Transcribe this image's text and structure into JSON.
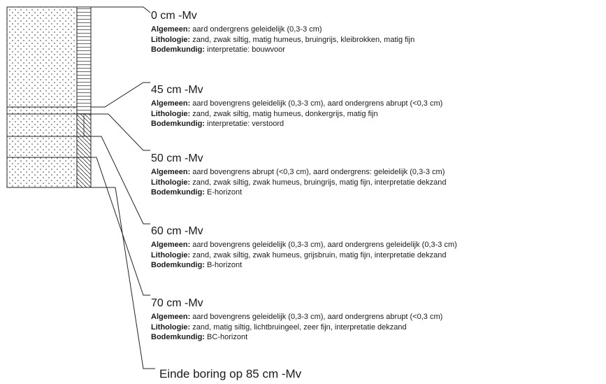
{
  "layers": [
    {
      "depth": "0 cm -Mv",
      "lines": [
        {
          "key": "Algemeen:",
          "value": " aard ondergrens  geleidelijk (0,3-3 cm)"
        },
        {
          "key": "Lithologie:",
          "value": " zand, zwak siltig, matig humeus, bruingrijs, kleibrokken, matig fijn"
        },
        {
          "key": "Bodemkundig:",
          "value": " interpretatie: bouwvoor"
        }
      ]
    },
    {
      "depth": "45 cm -Mv",
      "lines": [
        {
          "key": "Algemeen:",
          "value": " aard bovengrens  geleidelijk (0,3-3 cm), aard ondergrens  abrupt (<0,3 cm)"
        },
        {
          "key": "Lithologie:",
          "value": " zand, zwak siltig, matig humeus, donkergrijs, matig fijn"
        },
        {
          "key": "Bodemkundig:",
          "value": " interpretatie: verstoord"
        }
      ]
    },
    {
      "depth": "50 cm -Mv",
      "lines": [
        {
          "key": "Algemeen:",
          "value": " aard bovengrens  abrupt (<0,3 cm), aard ondergrens: geleidelijk (0,3-3 cm)"
        },
        {
          "key": "Lithologie:",
          "value": " zand, zwak siltig, zwak humeus, bruingrijs, matig fijn, interpretatie  dekzand"
        },
        {
          "key": "Bodemkundig:",
          "value": " E-horizont"
        }
      ]
    },
    {
      "depth": "60 cm -Mv",
      "lines": [
        {
          "key": "Algemeen:",
          "value": " aard bovengrens  geleidelijk (0,3-3 cm), aard ondergrens  geleidelijk (0,3-3 cm)"
        },
        {
          "key": "Lithologie:",
          "value": " zand, zwak siltig, zwak humeus, grijsbruin, matig fijn, interpretatie  dekzand"
        },
        {
          "key": "Bodemkundig:",
          "value": " B-horizont"
        }
      ]
    },
    {
      "depth": "70 cm -Mv",
      "lines": [
        {
          "key": "Algemeen:",
          "value": " aard bovengrens  geleidelijk (0,3-3 cm), aard ondergrens  abrupt (<0,3 cm)"
        },
        {
          "key": "Lithologie:",
          "value": " zand, matig siltig, lichtbruingeel, zeer fijn, interpretatie  dekzand"
        },
        {
          "key": "Bodemkundig:",
          "value": " BC-horizont"
        }
      ]
    }
  ],
  "end_text": "Einde boring op 85 cm -Mv"
}
